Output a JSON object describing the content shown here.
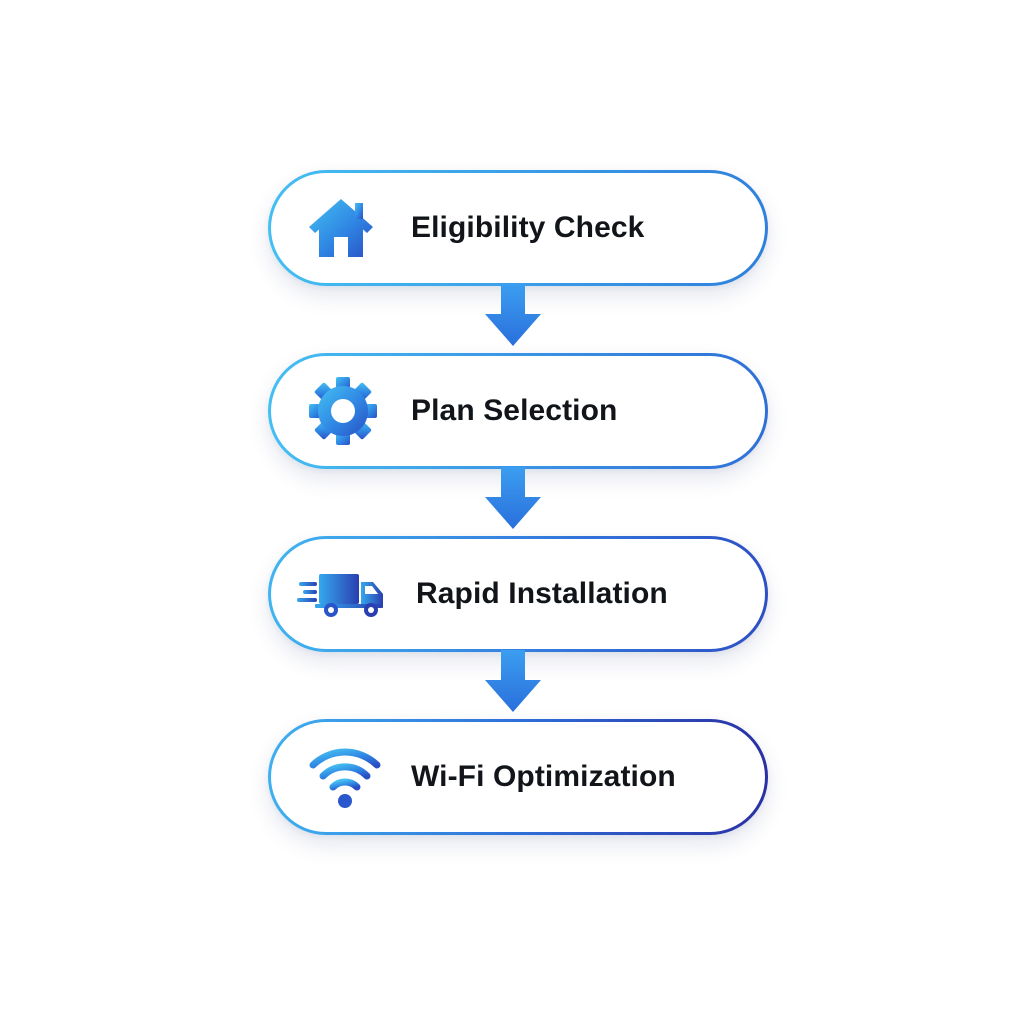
{
  "steps": [
    {
      "label": "Eligibility Check",
      "icon": "house-icon"
    },
    {
      "label": "Plan Selection",
      "icon": "gear-icon"
    },
    {
      "label": "Rapid Installation",
      "icon": "delivery-truck-icon"
    },
    {
      "label": "Wi-Fi Optimization",
      "icon": "wifi-icon"
    }
  ],
  "colors": {
    "gradient_start": "#3fb8f0",
    "gradient_mid": "#2f7fe0",
    "gradient_end": "#2a2fa0",
    "arrow": "#2f7fdf",
    "label": "#111418"
  }
}
